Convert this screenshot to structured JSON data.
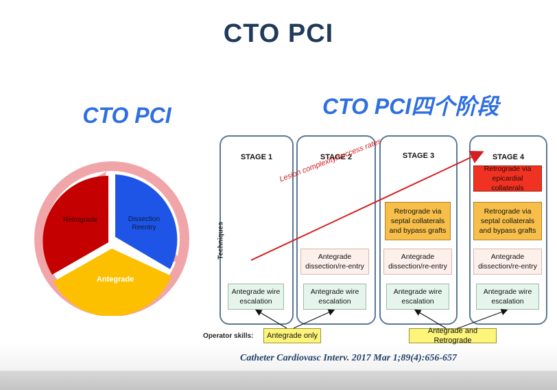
{
  "titles": {
    "main": "CTO PCI",
    "left": "CTO PCI",
    "right": "CTO PCI四个阶段"
  },
  "pie": {
    "segments": [
      {
        "label": "Retrograde",
        "color": "#c40000"
      },
      {
        "label": "Dissection Reentry",
        "color": "#1e55e6"
      },
      {
        "label": "Antegrade",
        "color": "#fcc000"
      }
    ],
    "ring_color": "#f0a6a8"
  },
  "diagram": {
    "stages": [
      {
        "title": "STAGE 1"
      },
      {
        "title": "STAGE 2"
      },
      {
        "title": "STAGE 3"
      },
      {
        "title": "STAGE 4"
      }
    ],
    "boxes": {
      "wire": "Antegrade wire escalation",
      "dissection": "Antegrade dissection/re-entry",
      "retro_septal": "Retrograde via septal collaterals and bypass grafts",
      "retro_epi": "Retrograde via epicardial collaterals"
    },
    "side_label": "Techniques",
    "operator_label": "Operator skills:",
    "skill_antegrade_only": "Antegrade only",
    "skill_both": "Antegrade and Retrograde",
    "arrow_label": "Lesion complexity/success rates",
    "arrow_color": "#d42020"
  },
  "citation": "Catheter Cardiovasc Interv. 2017 Mar 1;89(4):656-657"
}
